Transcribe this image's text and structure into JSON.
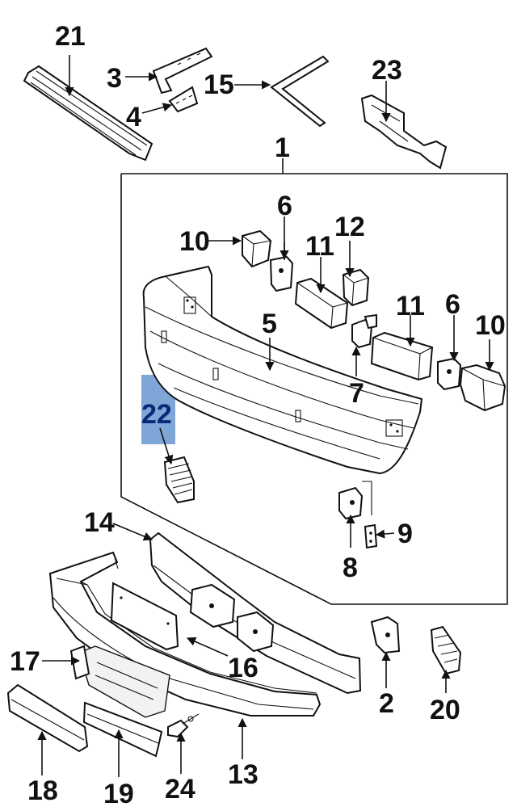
{
  "diagram": {
    "highlight_color": "#7ea7d8",
    "labels": {
      "p1": "1",
      "p2": "2",
      "p3": "3",
      "p4": "4",
      "p5": "5",
      "p6a": "6",
      "p6b": "6",
      "p7": "7",
      "p8": "8",
      "p9": "9",
      "p10a": "10",
      "p10b": "10",
      "p11a": "11",
      "p11b": "11",
      "p12": "12",
      "p13": "13",
      "p14": "14",
      "p15": "15",
      "p16": "16",
      "p17": "17",
      "p18": "18",
      "p19": "19",
      "p20": "20",
      "p21": "21",
      "p22": "22",
      "p23": "23",
      "p24": "24"
    }
  }
}
